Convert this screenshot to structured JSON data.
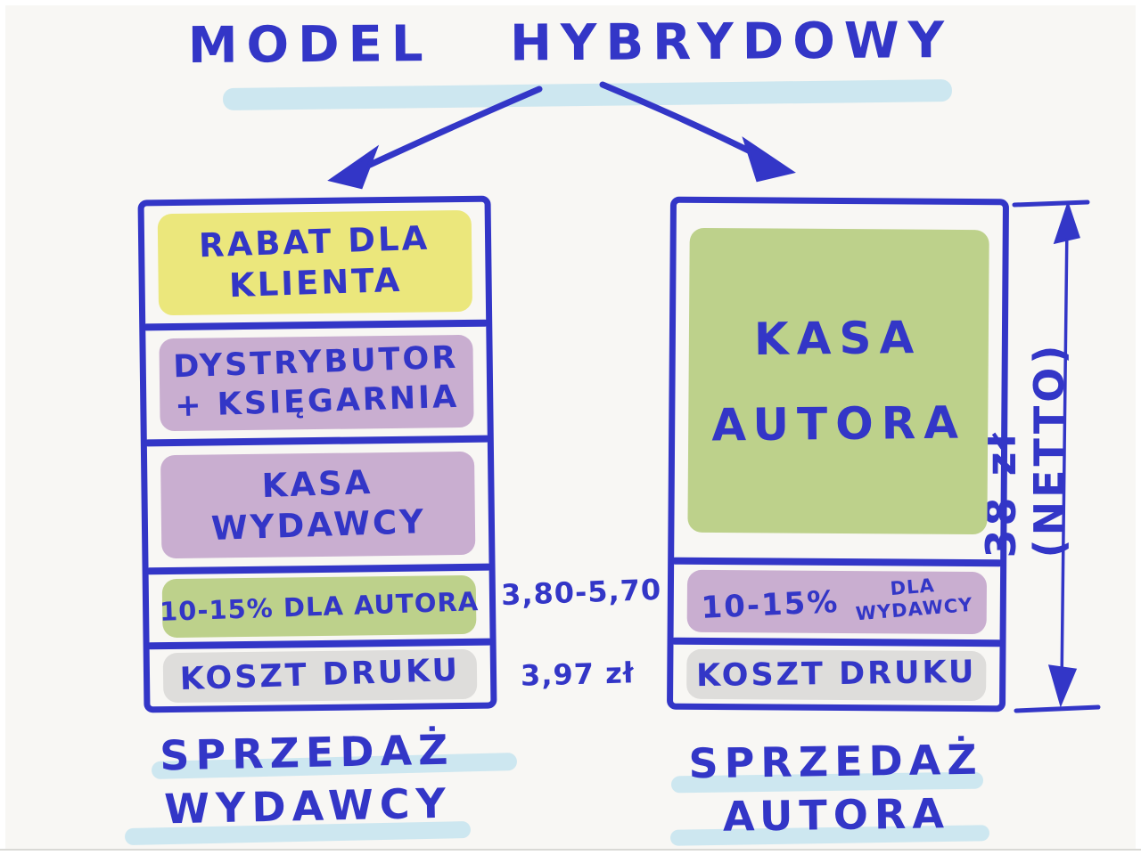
{
  "title": "MODEL HYBRYDOWY",
  "colors": {
    "ink": "#3336c7",
    "marker-yellow": "#ebe77c",
    "marker-purple": "#c9aed0",
    "marker-green": "#bdd18b",
    "marker-gray": "#dedddb",
    "marker-lightblue": "#c6e4ef",
    "paper": "#f8f7f4"
  },
  "left_column": {
    "caption_line1": "SPRZEDAŻ",
    "caption_line2": "WYDAWCY",
    "segments": {
      "rabat": {
        "line1": "RABAT DLA",
        "line2": "KLIENTA"
      },
      "dystrybutor": {
        "line1": "DYSTRYBUTOR",
        "line2": "+ KSIĘGARNIA"
      },
      "kasa_wydawcy": {
        "line1": "KASA",
        "line2": "WYDAWCY"
      },
      "dla_autora": {
        "text": "10-15% DLA AUTORA"
      },
      "koszt_druku": {
        "text": "KOSZT DRUKU"
      }
    }
  },
  "right_column": {
    "caption_line1": "SPRZEDAŻ",
    "caption_line2": "AUTORA",
    "segments": {
      "kasa_autora": {
        "line1": "KASA",
        "line2": "AUTORA"
      },
      "dla_wydawcy": {
        "big": "10-15%",
        "small1": "DLA",
        "small2": "WYDAWCY"
      },
      "koszt_druku": {
        "text": "KOSZT DRUKU"
      }
    }
  },
  "annotations": {
    "author_share_value": "3,80-5,70",
    "print_cost_value": "3,97 zł",
    "net_price": "38 zł (NETTO)"
  }
}
